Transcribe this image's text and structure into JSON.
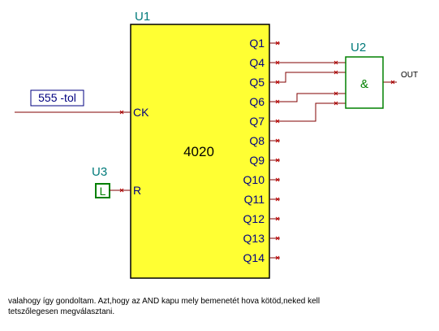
{
  "u1": {
    "designator": "U1",
    "part": "4020",
    "inputs": [
      "CK",
      "R"
    ],
    "outputs": [
      "Q1",
      "Q4",
      "Q5",
      "Q6",
      "Q7",
      "Q8",
      "Q9",
      "Q10",
      "Q11",
      "Q12",
      "Q13",
      "Q14"
    ]
  },
  "u2": {
    "designator": "U2",
    "gate_symbol": "&",
    "output_label": "OUT"
  },
  "u3": {
    "designator": "U3",
    "level": "L"
  },
  "clock_source": {
    "label": "555 -tol"
  },
  "caption": {
    "line1": "valahogy így gondoltam. Azt,hogy az AND kapu mely bemenetét hova kötöd,neked kell",
    "line2": "tetszőlegesen megválasztani."
  },
  "colors": {
    "chip_fill": "#ffff33",
    "chip_stroke": "#000000",
    "designator": "#007a7a",
    "wire": "#800000",
    "pin_mark": "#c00000",
    "pin_label": "#000080",
    "label_box": "#000080",
    "level_box": "#008000"
  }
}
